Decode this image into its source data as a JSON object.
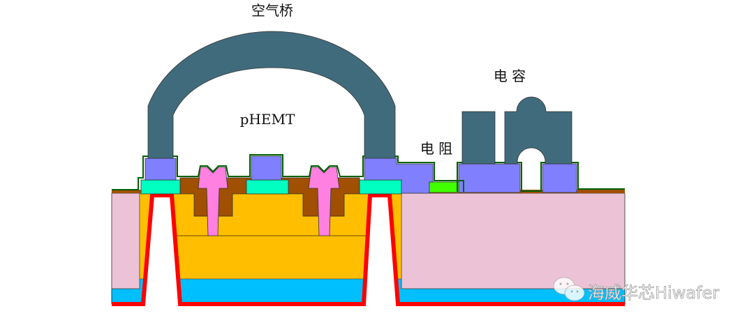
{
  "labels": {
    "air_bridge": "空气桥",
    "phemt": "pHEMT",
    "capacitor": "电 容",
    "resistor": "电 阻"
  },
  "watermark": {
    "text": "海威华芯Hiwafer",
    "icon": "wechat-icon"
  },
  "colors": {
    "substrate_pink": "#ecc2d6",
    "epi_yellow": "#ffbf00",
    "backside_blue": "#00bfff",
    "backside_metal_red": "#ff0000",
    "ohmic_cyan": "#00ffc0",
    "metal_purple": "#8080ff",
    "gate_pink": "#ff80e0",
    "passivation_brown": "#a05000",
    "nitride_green": "#006000",
    "air_bridge_slate": "#406b7c",
    "resistor_green": "#40ff00"
  }
}
